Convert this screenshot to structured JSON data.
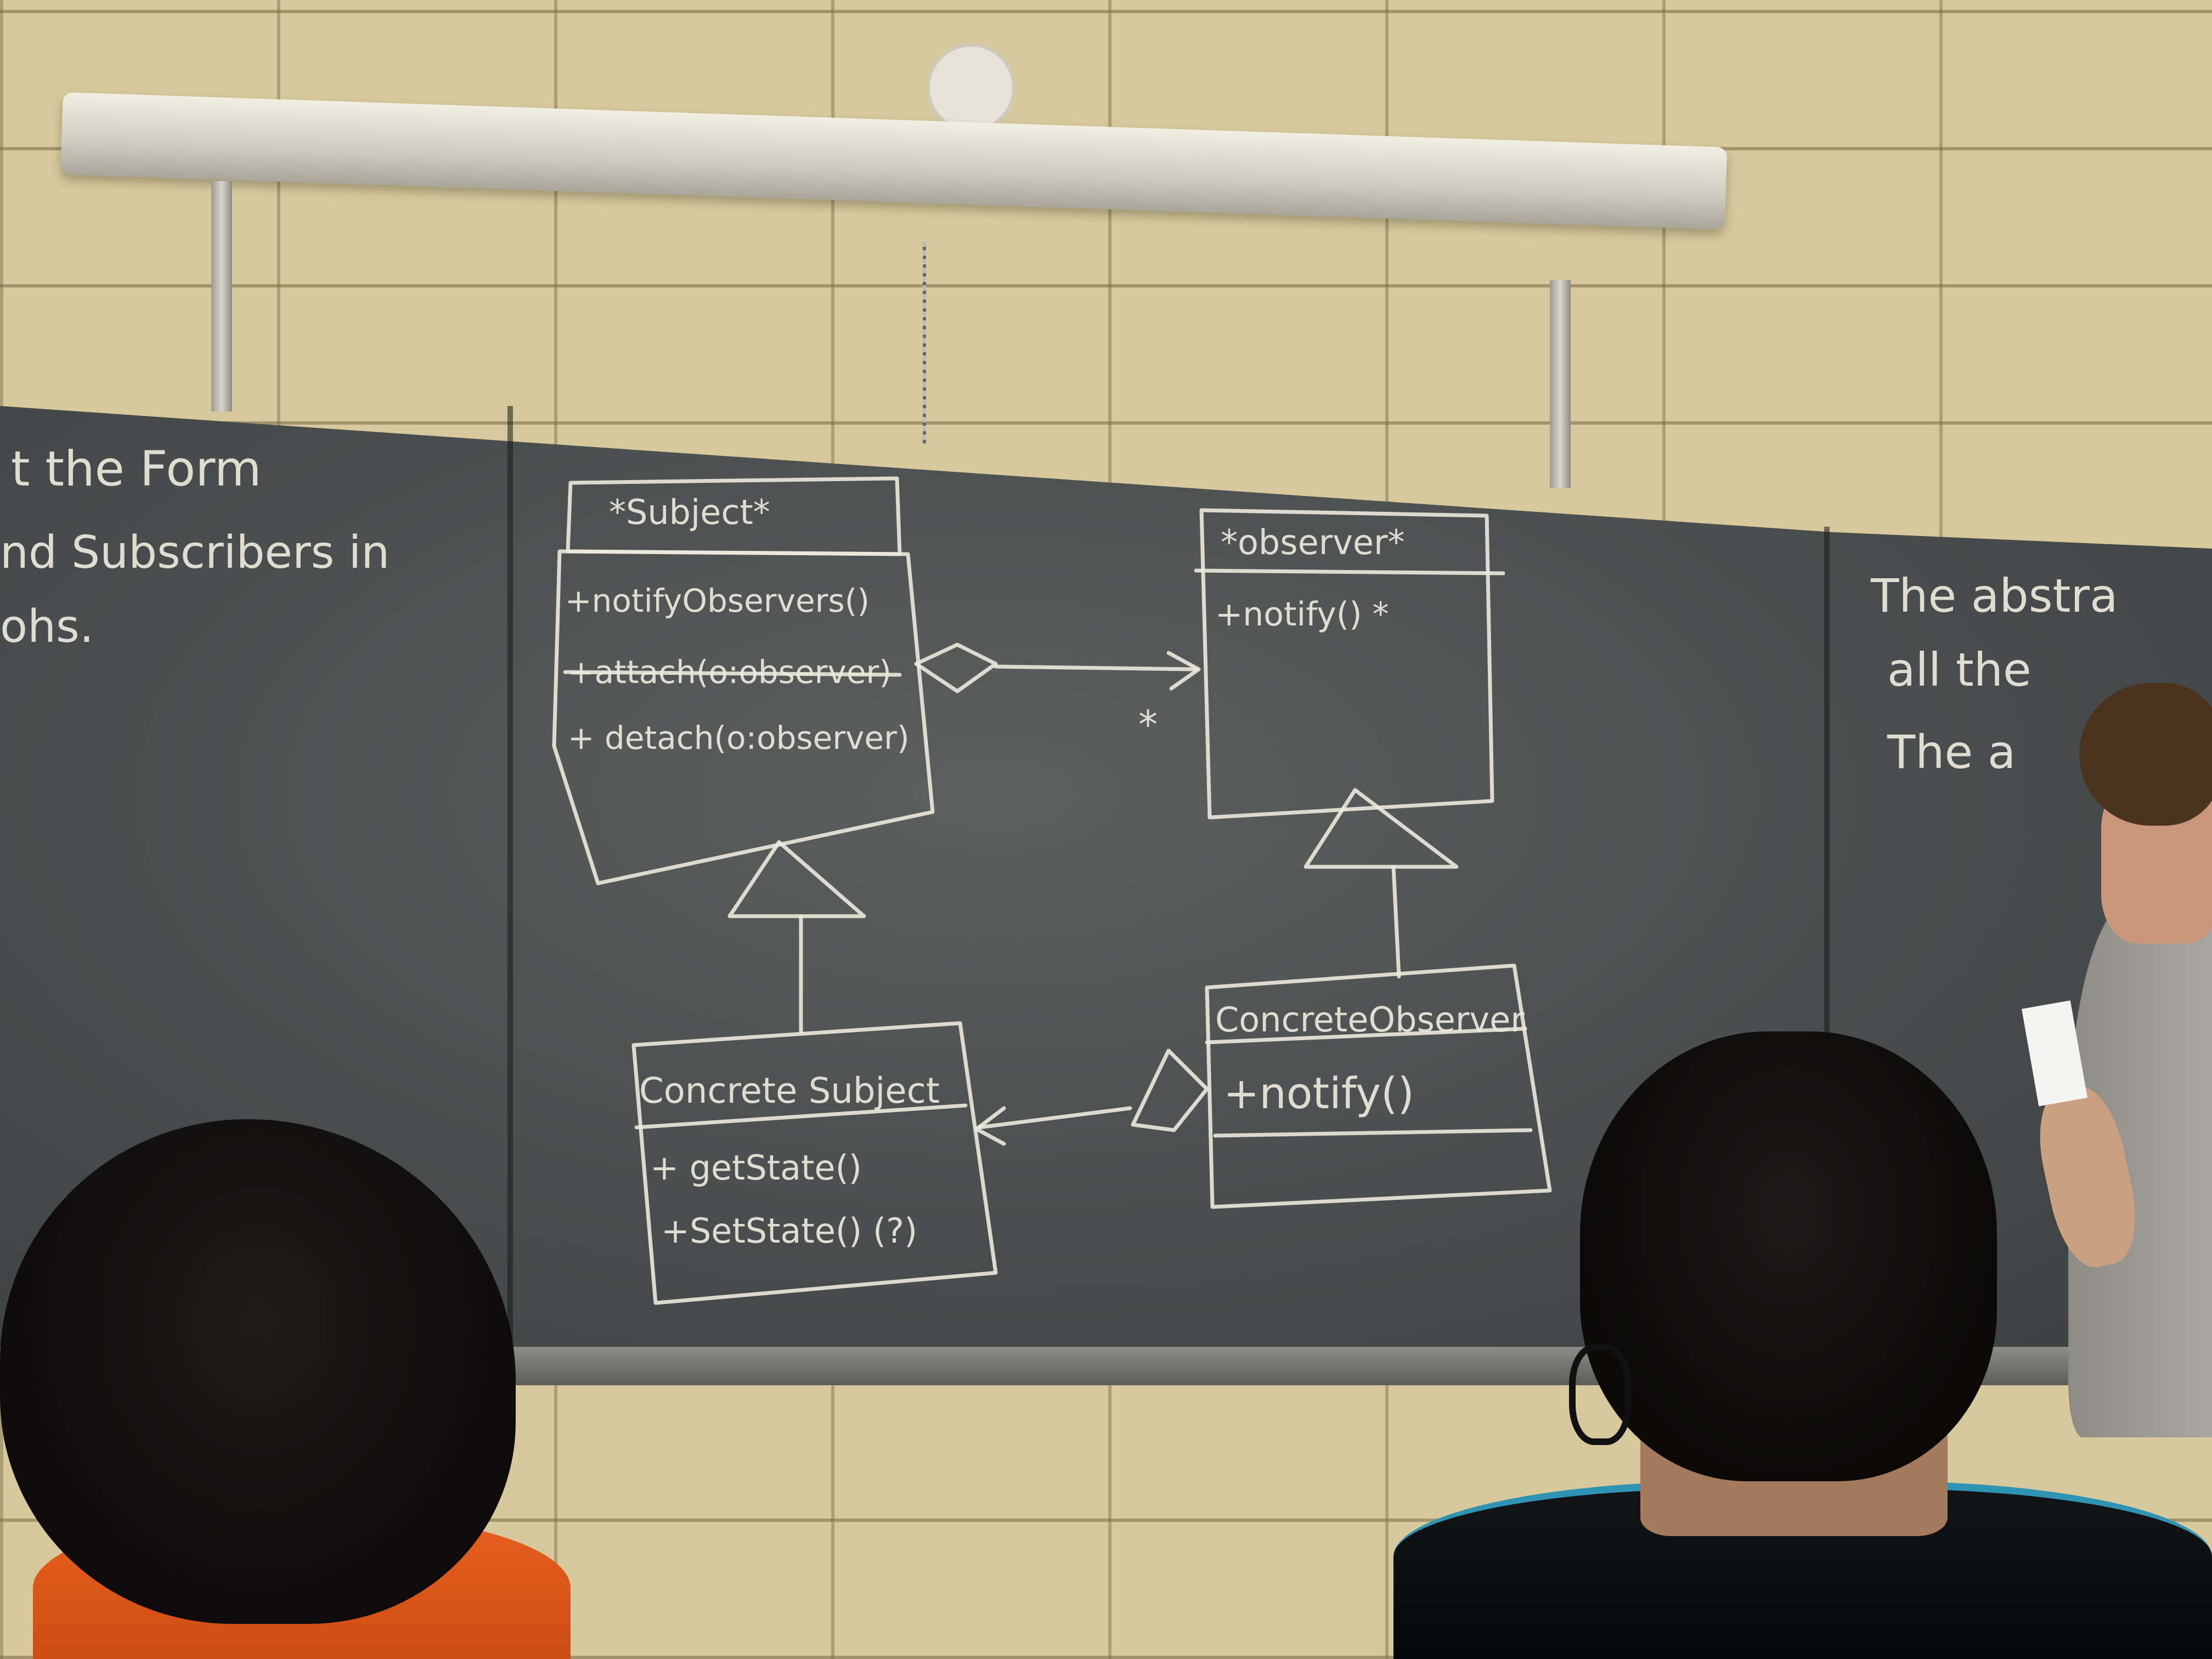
{
  "left_board_text": {
    "line1": "t the  Form",
    "line2": "nd  Subscribers in",
    "line3": "ohs."
  },
  "subject_class": {
    "title": "*Subject*",
    "ops": [
      "+notifyObservers()",
      "+attach(o:observer)",
      "+ detach(o:observer)"
    ]
  },
  "observer_class": {
    "title": "*observer*",
    "ops": [
      "+notify() *"
    ]
  },
  "concrete_subject": {
    "title": "Concrete Subject",
    "ops": [
      "+ getState()",
      "+SetState() (?)"
    ]
  },
  "concrete_observer": {
    "title": "ConcreteObserver",
    "ops": [
      "+notify()"
    ]
  },
  "multiplicity_star": "*",
  "right_board_text": {
    "line1": "The  abstra",
    "line2": "all  the",
    "line3": "The  a"
  }
}
